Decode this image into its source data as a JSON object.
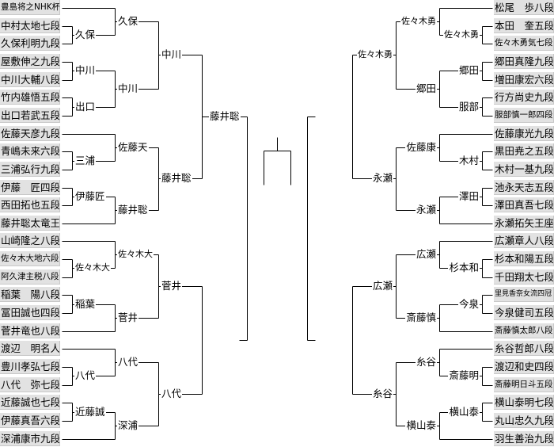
{
  "left": {
    "players": [
      "豊島将之NHK杯",
      "中村太地七段",
      "久保利明九段",
      "屋敷伸之九段",
      "中川大輔八段",
      "竹内雄悟五段",
      "出口若武五段",
      "佐藤天彦九段",
      "青嶋未来六段",
      "三浦弘行九段",
      "伊藤　匠四段",
      "西田拓也五段",
      "藤井聡太竜王",
      "山崎隆之八段",
      "佐々木大地六段",
      "阿久津主税八段",
      "稲葉　陽八段",
      "冨田誠也四段",
      "菅井竜也八段",
      "渡辺　明名人",
      "豊川孝弘七段",
      "八代　弥七段",
      "近藤誠也七段",
      "伊藤真吾六段",
      "深浦康市九段"
    ],
    "round1": [
      "久保",
      "中川",
      "出口",
      "三浦",
      "伊藤匠",
      "佐々木大",
      "稲葉",
      "八代",
      "近藤誠"
    ],
    "round2": [
      "久保",
      "中川",
      "佐藤天",
      "藤井聡",
      "佐々木大",
      "菅井",
      "八代",
      "深浦"
    ],
    "round3": [
      "中川",
      "藤井聡",
      "菅井",
      "八代"
    ],
    "semifinal": [
      "藤井聡",
      ""
    ]
  },
  "right": {
    "players": [
      "松尾　歩八段",
      "本田　奎五段",
      "佐々木勇気七段",
      "郷田真隆九段",
      "増田康宏六段",
      "行方尚史九段",
      "服部慎一郎四段",
      "佐藤康光九段",
      "黒田尭之五段",
      "木村一基九段",
      "池永天志五段",
      "澤田真吾七段",
      "永瀬拓矢王座",
      "広瀬章人八段",
      "杉本和陽五段",
      "千田翔太七段",
      "里見香奈女流四冠",
      "今泉健司五段",
      "斎藤慎太郎八段",
      "糸谷哲郎八段",
      "渡辺和史四段",
      "斎藤明日斗五段",
      "横山泰明七段",
      "丸山忠久九段",
      "羽生善治九段"
    ],
    "round1": [
      "佐々木勇",
      "郷田",
      "服部",
      "木村",
      "澤田",
      "杉本和",
      "今泉",
      "斎藤明",
      "横山泰"
    ],
    "round2": [
      "佐々木勇",
      "郷田",
      "佐藤康",
      "永瀬",
      "広瀬",
      "斎藤慎",
      "糸谷",
      "横山泰"
    ],
    "round3": [
      "佐々木勇",
      "永瀬",
      "広瀬",
      "糸谷"
    ],
    "semifinal": [
      "",
      ""
    ]
  },
  "final": {
    "winner": ""
  }
}
